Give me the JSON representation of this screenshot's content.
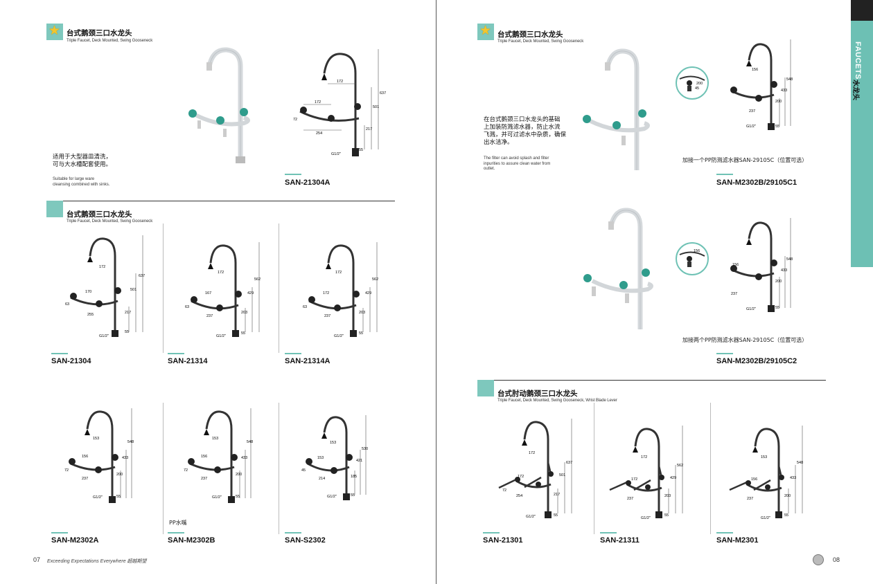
{
  "colors": {
    "accent": "#7ec8bd",
    "star": "#f3c52c",
    "valve": "#2f9c8c"
  },
  "left": {
    "section1": {
      "title_zh": "台式鹅颈三口水龙头",
      "title_en": "Triple Faucet, Deck Mounted, Swing Gooseneck",
      "desc_zh_1": "适用于大型器皿清洗，",
      "desc_zh_2": "可与大水槽配套使用。",
      "desc_en_1": "Suitable for large ware",
      "desc_en_2": "cleansing combined with sinks.",
      "model": "SAN-21304A"
    },
    "section2": {
      "title_zh": "台式鹅颈三口水龙头",
      "title_en": "Triple Faucet, Deck Mounted, Swing Gooseneck",
      "models": [
        "SAN-21304",
        "SAN-21314",
        "SAN-21314A",
        "SAN-M2302A",
        "SAN-M2302B",
        "SAN-S2302"
      ],
      "pp_note": "PP水嘴"
    },
    "footer": {
      "page": "07",
      "tagline": "Exceeding Expectations Everywhere  超越期望"
    }
  },
  "right": {
    "section1": {
      "title_zh": "台式鹅颈三口水龙头",
      "title_en": "Triple Faucet, Deck Mounted, Swing Gooseneck",
      "desc_zh_1": "在台式鹅颈三口水龙头的基础",
      "desc_zh_2": "上加装防溅滤水器，防止水流",
      "desc_zh_3": "飞溅，并可过滤水中杂质，确保",
      "desc_zh_4": "出水洁净。",
      "desc_en_1": "The filter can avoid splash and filter",
      "desc_en_2": "inpurities to assure clean water from",
      "desc_en_3": "outlet.",
      "note1": "加接一个PP防溅滤水器SAN-29105C（位置可选）",
      "model1": "SAN-M2302B/29105C1",
      "note2": "加接两个PP防溅滤水器SAN-29105C（位置可选）",
      "model2": "SAN-M2302B/29105C2"
    },
    "section2": {
      "title_zh": "台式肘动鹅颈三口水龙头",
      "title_en": "Triple Faucet, Deck Mounted, Swing Gooseneck, Wrist Blade Lever",
      "models": [
        "SAN-21301",
        "SAN-21311",
        "SAN-M2301"
      ]
    },
    "footer": {
      "page": "08"
    }
  },
  "tab": {
    "en": "FAUCETS",
    "zh": "水龙头"
  },
  "dims": {
    "d_637": "637",
    "d_501": "501",
    "d_217": "217",
    "d_55": "55",
    "d_172": "172",
    "d_170": "170",
    "d_254": "254",
    "d_72": "72",
    "d_g12": "G1/2\"",
    "d_562": "562",
    "d_429": "429",
    "d_203": "203",
    "d_167": "167",
    "d_237": "237",
    "d_63": "63",
    "d_548": "548",
    "d_433": "433",
    "d_200": "200",
    "d_156": "156",
    "d_530": "530",
    "d_421": "421",
    "d_185": "185",
    "d_214": "214",
    "d_45": "45"
  }
}
